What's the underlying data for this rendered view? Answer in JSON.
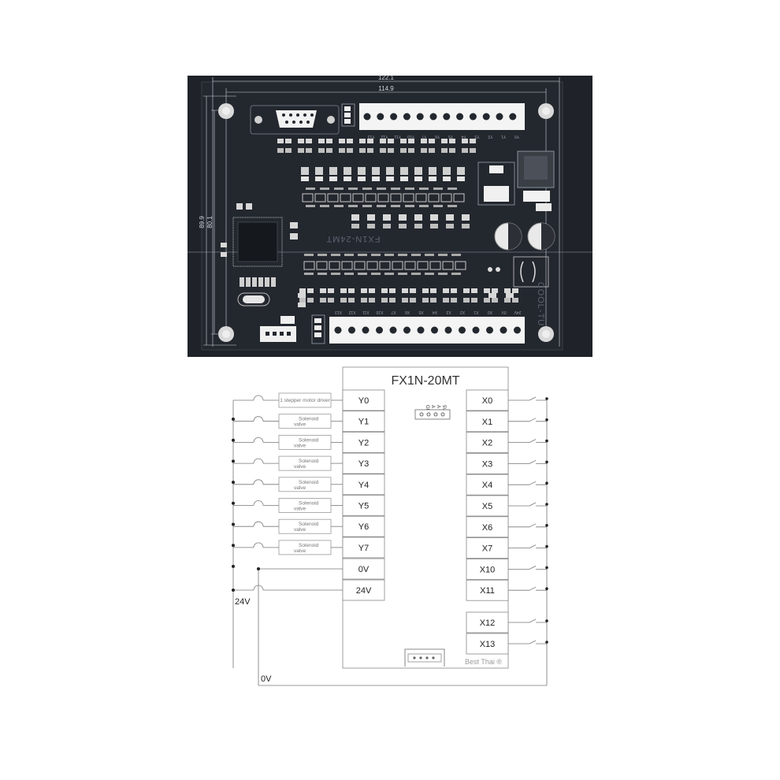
{
  "board": {
    "dim_width_outer": "122.1",
    "dim_width_inner": "114.9",
    "dim_height_outer": "89.9",
    "dim_height_inner": "80.1",
    "model_silk": "FX1N-24MT",
    "brand_silk": "COOL-TU",
    "top_terminal_labels": [
      "Y0",
      "Y1",
      "Y2",
      "Y3",
      "Y4",
      "Y5",
      "Y6",
      "Y7",
      "Y10",
      "Y11",
      "Y12",
      "Y13"
    ],
    "bottom_terminal_labels": [
      "24V",
      "0V",
      "X0",
      "X1",
      "X2",
      "X3",
      "X4",
      "X5",
      "X6",
      "X7",
      "X10",
      "X11",
      "X12",
      "X13"
    ]
  },
  "diagram": {
    "title": "FX1N-20MT",
    "outputs": [
      {
        "pin": "Y0",
        "device": "1 stepper motor driver"
      },
      {
        "pin": "Y1",
        "device": "Solenoid valve"
      },
      {
        "pin": "Y2",
        "device": "Solenoid valve"
      },
      {
        "pin": "Y3",
        "device": "Solenoid valve"
      },
      {
        "pin": "Y4",
        "device": "Solenoid valve"
      },
      {
        "pin": "Y5",
        "device": "Solenoid valve"
      },
      {
        "pin": "Y6",
        "device": "Solenoid valve"
      },
      {
        "pin": "Y7",
        "device": "Solenoid valve"
      }
    ],
    "power_pins": [
      "0V",
      "24V"
    ],
    "inputs": [
      "X0",
      "X1",
      "X2",
      "X3",
      "X4",
      "X5",
      "X6",
      "X7",
      "X10",
      "X11",
      "X12",
      "X13"
    ],
    "analog_labels": [
      "GND",
      "A IN",
      "A OUT",
      "5V"
    ],
    "rail_24v": "24V",
    "rail_0v": "0V",
    "brand": "Best Thai ®"
  }
}
